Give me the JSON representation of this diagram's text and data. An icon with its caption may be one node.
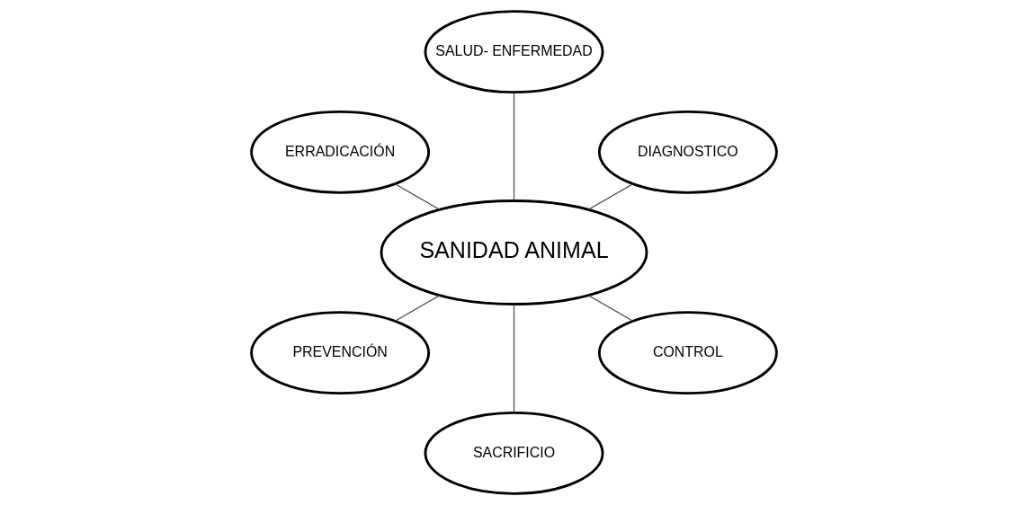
{
  "diagram": {
    "nodes": [
      {
        "text": [
          "DIAGNOSTICO"
        ]
      },
      {
        "text": [
          "SALUD- ENFERMEDAD"
        ]
      },
      {
        "text": [
          "ERRADICACIÓN"
        ]
      },
      {
        "text": [
          "SANIDAD ANIMAL"
        ]
      },
      {
        "text": [
          "PREVENCIÓN"
        ]
      },
      {
        "text": [
          "SACRIFICIO"
        ]
      },
      {
        "text": [
          "CONTROL"
        ]
      }
    ],
    "edges": [
      {
        "from": 3,
        "to": 1,
        "arrow": "none"
      },
      {
        "from": 3,
        "to": 0,
        "arrow": "none"
      },
      {
        "from": 3,
        "to": 2,
        "arrow": "none"
      },
      {
        "from": 3,
        "to": 5,
        "arrow": "none"
      },
      {
        "from": 3,
        "to": 6,
        "arrow": "none"
      },
      {
        "from": 3,
        "to": 4,
        "arrow": "none"
      }
    ]
  }
}
